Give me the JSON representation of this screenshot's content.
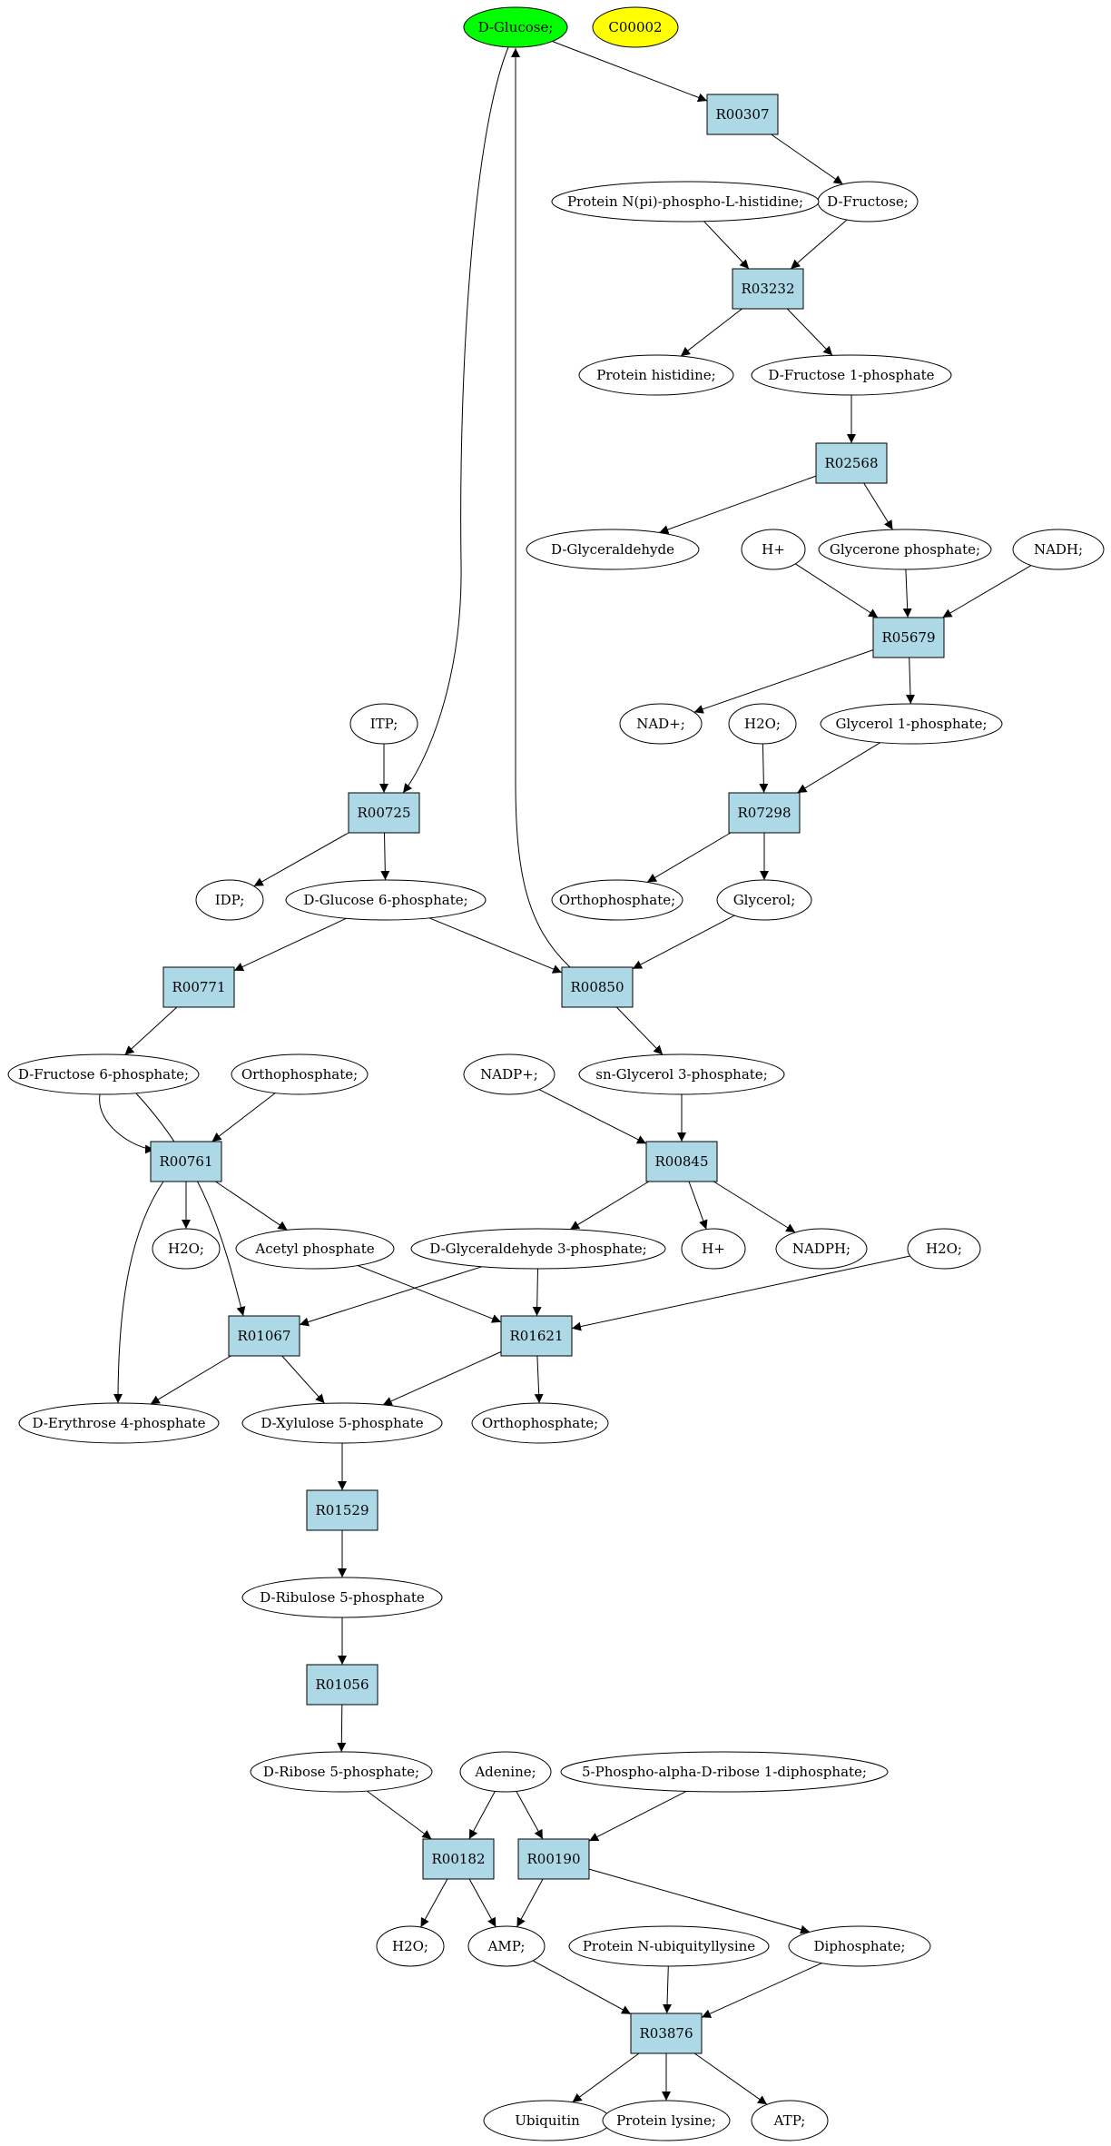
{
  "diagram": {
    "type": "reaction-network",
    "colors": {
      "highlight_green": "#00ff00",
      "highlight_yellow": "#ffff00",
      "reaction_fill": "#add8e6",
      "compound_fill": "#ffffff"
    },
    "compounds": {
      "dglucose": "D-Glucose;",
      "c00002": "C00002",
      "dfructose": "D-Fructose;",
      "pnpi": "Protein N(pi)-phospho-L-histidine;",
      "phis": "Protein histidine;",
      "df1p": "D-Fructose 1-phosphate",
      "dglyald": "D-Glyceraldehyde",
      "hplus1": "H+",
      "glyp": "Glycerone phosphate;",
      "nadh": "NADH;",
      "nadp1": "NAD+;",
      "h2o1": "H2O;",
      "gly1p": "Glycerol 1-phosphate;",
      "itp": "ITP;",
      "idp": "IDP;",
      "dg6p": "D-Glucose 6-phosphate;",
      "ortho1": "Orthophosphate;",
      "glycerol": "Glycerol;",
      "df6p": "D-Fructose 6-phosphate;",
      "ortho2": "Orthophosphate;",
      "nadpplus": "NADP+;",
      "sng3p": "sn-Glycerol 3-phosphate;",
      "h2o2": "H2O;",
      "acetp": "Acetyl phosphate",
      "dga3p": "D-Glyceraldehyde 3-phosphate;",
      "hplus2": "H+",
      "nadph": "NADPH;",
      "h2o3": "H2O;",
      "de4p": "D-Erythrose 4-phosphate",
      "dx5p": "D-Xylulose 5-phosphate",
      "ortho3": "Orthophosphate;",
      "dru5p": "D-Ribulose 5-phosphate",
      "dr5p": "D-Ribose 5-phosphate;",
      "adenine": "Adenine;",
      "prpp": "5-Phospho-alpha-D-ribose 1-diphosphate;",
      "h2o4": "H2O;",
      "amp": "AMP;",
      "pnub": "Protein N-ubiquityllysine",
      "diphos": "Diphosphate;",
      "ubiquitin": "Ubiquitin",
      "plys": "Protein lysine;",
      "atp": "ATP;"
    },
    "reactions": {
      "R00307": "R00307",
      "R03232": "R03232",
      "R02568": "R02568",
      "R05679": "R05679",
      "R00725": "R00725",
      "R07298": "R07298",
      "R00771": "R00771",
      "R00850": "R00850",
      "R00761": "R00761",
      "R00845": "R00845",
      "R01067": "R01067",
      "R01621": "R01621",
      "R01529": "R01529",
      "R01056": "R01056",
      "R00182": "R00182",
      "R00190": "R00190",
      "R03876": "R03876"
    },
    "edges": [
      [
        "dglucose",
        "R00307"
      ],
      [
        "R00307",
        "dfructose"
      ],
      [
        "pnpi",
        "R03232"
      ],
      [
        "dfructose",
        "R03232"
      ],
      [
        "R03232",
        "phis"
      ],
      [
        "R03232",
        "df1p"
      ],
      [
        "df1p",
        "R02568"
      ],
      [
        "R02568",
        "dglyald"
      ],
      [
        "R02568",
        "glyp"
      ],
      [
        "hplus1",
        "R05679"
      ],
      [
        "glyp",
        "R05679"
      ],
      [
        "nadh",
        "R05679"
      ],
      [
        "R05679",
        "nadp1"
      ],
      [
        "R05679",
        "gly1p"
      ],
      [
        "h2o1",
        "R07298"
      ],
      [
        "gly1p",
        "R07298"
      ],
      [
        "R07298",
        "ortho1"
      ],
      [
        "R07298",
        "glycerol"
      ],
      [
        "dglucose",
        "R00725"
      ],
      [
        "itp",
        "R00725"
      ],
      [
        "R00725",
        "idp"
      ],
      [
        "R00725",
        "dg6p"
      ],
      [
        "dg6p",
        "R00771"
      ],
      [
        "dg6p",
        "R00850"
      ],
      [
        "glycerol",
        "R00850"
      ],
      [
        "R00850",
        "dglucose"
      ],
      [
        "R00850",
        "sng3p"
      ],
      [
        "R00771",
        "df6p"
      ],
      [
        "df6p",
        "R00761"
      ],
      [
        "ortho2",
        "R00761"
      ],
      [
        "R00761",
        "h2o2"
      ],
      [
        "R00761",
        "acetp"
      ],
      [
        "R00761",
        "de4p"
      ],
      [
        "nadpplus",
        "R00845"
      ],
      [
        "sng3p",
        "R00845"
      ],
      [
        "R00845",
        "dga3p"
      ],
      [
        "R00845",
        "hplus2"
      ],
      [
        "R00845",
        "nadph"
      ],
      [
        "df6p",
        "R01067"
      ],
      [
        "dga3p",
        "R01067"
      ],
      [
        "acetp",
        "R01621"
      ],
      [
        "dga3p",
        "R01621"
      ],
      [
        "h2o3",
        "R01621"
      ],
      [
        "R01067",
        "de4p"
      ],
      [
        "R01067",
        "dx5p"
      ],
      [
        "R01621",
        "dx5p"
      ],
      [
        "R01621",
        "ortho3"
      ],
      [
        "dx5p",
        "R01529"
      ],
      [
        "R01529",
        "dru5p"
      ],
      [
        "dru5p",
        "R01056"
      ],
      [
        "R01056",
        "dr5p"
      ],
      [
        "dr5p",
        "R00182"
      ],
      [
        "adenine",
        "R00182"
      ],
      [
        "adenine",
        "R00190"
      ],
      [
        "prpp",
        "R00190"
      ],
      [
        "R00182",
        "h2o4"
      ],
      [
        "R00182",
        "amp"
      ],
      [
        "R00190",
        "amp"
      ],
      [
        "R00190",
        "diphos"
      ],
      [
        "amp",
        "R03876"
      ],
      [
        "pnub",
        "R03876"
      ],
      [
        "diphos",
        "R03876"
      ],
      [
        "R03876",
        "ubiquitin"
      ],
      [
        "R03876",
        "plys"
      ],
      [
        "R03876",
        "atp"
      ]
    ]
  }
}
